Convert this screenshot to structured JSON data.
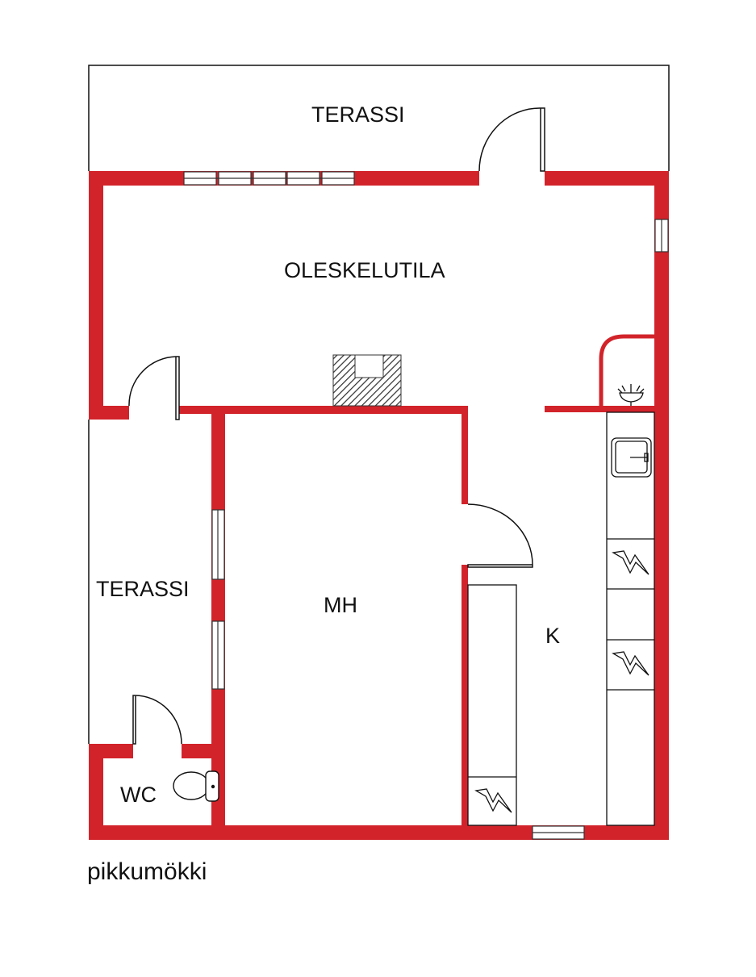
{
  "rooms": {
    "terrace_top": "TERASSI",
    "living": "OLESKELUTILA",
    "terrace_left": "TERASSI",
    "bedroom": "MH",
    "kitchen": "K",
    "wc": "WC"
  },
  "caption": "pikkumökki",
  "colors": {
    "wall": "#d2232a",
    "line": "#111111"
  }
}
